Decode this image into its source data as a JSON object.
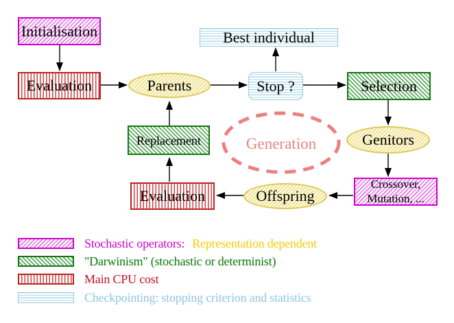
{
  "figure": {
    "nodes": {
      "initialisation": {
        "label": "Initialisation"
      },
      "evaluation_top": {
        "label": "Evaluation"
      },
      "parents": {
        "label": "Parents"
      },
      "best_individual": {
        "label": "Best individual"
      },
      "stop": {
        "label": "Stop ?"
      },
      "selection": {
        "label": "Selection"
      },
      "genitors": {
        "label": "Genitors"
      },
      "crossover_mutation": {
        "line1": "Crossover,",
        "line2": "Mutation, ..."
      },
      "offspring": {
        "label": "Offspring"
      },
      "evaluation_bottom": {
        "label": "Evaluation"
      },
      "replacement": {
        "label": "Replacement"
      },
      "generation": {
        "label": "Generation"
      }
    },
    "colors": {
      "magenta_border": "#cc00cc",
      "magenta_hatch": "#dd66dd",
      "green_border": "#117711",
      "green_hatch": "#4d9950",
      "red_border": "#bb2020",
      "red_stripe": "#c94444",
      "cyan_border": "#9cc8d8",
      "cyan_stripe": "#aed9e8",
      "yellow_border": "#ddc954",
      "yellow_hatch": "#ecdc82",
      "salmon_dashed": "#ed7f7f",
      "generation_text": "#e98282",
      "arrow": "#000000"
    }
  },
  "legend": {
    "items": [
      {
        "swatch": "magenta-hatch",
        "parts": [
          {
            "text": "Stochastic operators:",
            "color": "#cc00cc"
          },
          {
            "text": "Representation dependent",
            "color": "#fbc902"
          }
        ]
      },
      {
        "swatch": "green-hatch",
        "parts": [
          {
            "text": "\"Darwinism\" (stochastic or determinist)",
            "color": "#067806"
          }
        ]
      },
      {
        "swatch": "red-vertical-stripes",
        "parts": [
          {
            "text": "Main CPU cost",
            "color": "#c01320"
          }
        ]
      },
      {
        "swatch": "cyan-horizontal-stripes",
        "parts": [
          {
            "text": "Checkpointing: stopping criterion and statistics",
            "color": "#8fc4e4"
          }
        ]
      }
    ]
  }
}
